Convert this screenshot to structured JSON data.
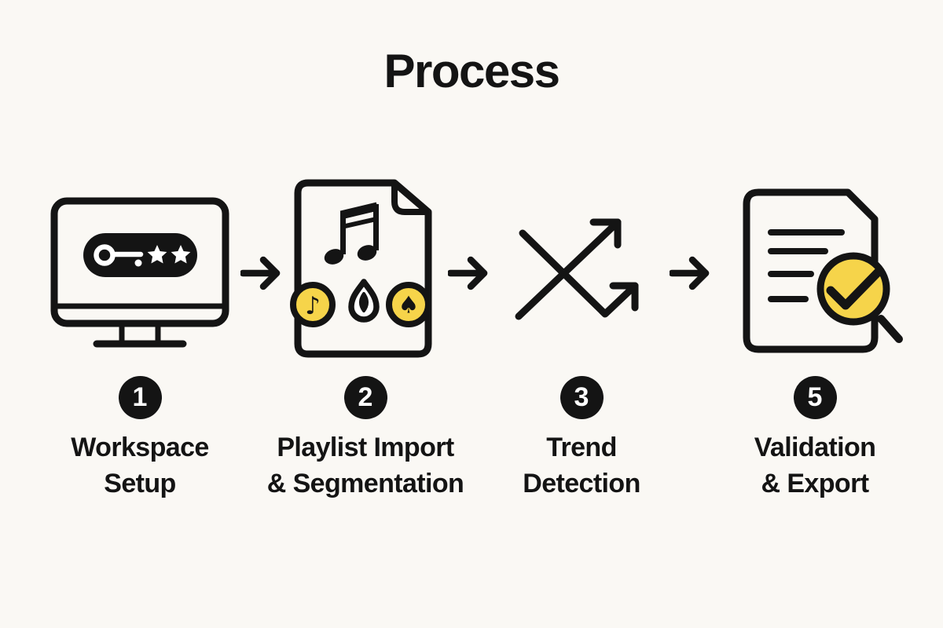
{
  "theme": {
    "bg": "#FAF8F4",
    "ink": "#141414",
    "yellow": "#F6D44A",
    "white": "#FFFFFF"
  },
  "title": "Process",
  "steps": [
    {
      "number": "1",
      "label": "Workspace\nSetup",
      "icon": "monitor-access-key-icon"
    },
    {
      "number": "2",
      "label": "Playlist Import\n& Segmentation",
      "icon": "music-file-badges-icon"
    },
    {
      "number": "3",
      "label": "Trend\nDetection",
      "icon": "crossing-trend-arrows-icon"
    },
    {
      "number": "5",
      "label": "Validation\n& Export",
      "icon": "document-check-magnifier-icon"
    }
  ],
  "connectors": [
    {
      "icon": "arrow-right-icon"
    },
    {
      "icon": "arrow-right-icon"
    },
    {
      "icon": "arrow-right-icon"
    }
  ],
  "glyphs": {
    "badge_note": "♪",
    "badge_spade": "♠"
  }
}
